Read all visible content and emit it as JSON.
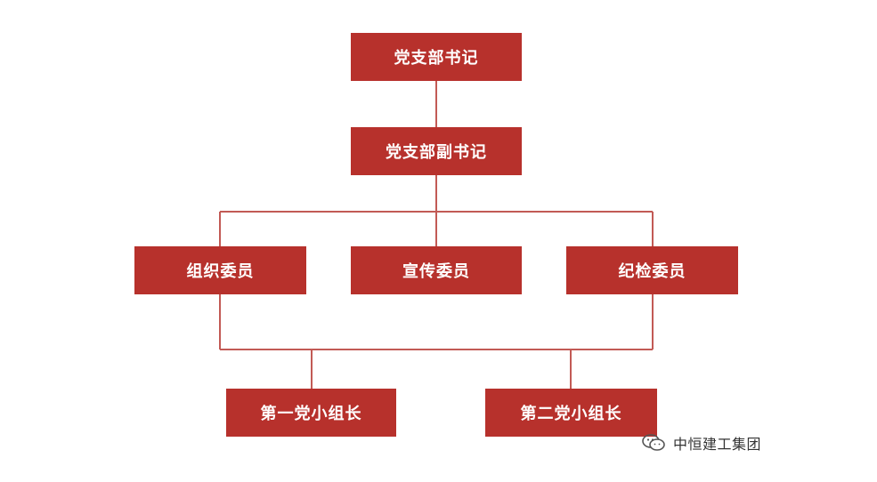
{
  "nodes": {
    "secretary": "党支部书记",
    "deputy_secretary": "党支部副书记",
    "organization_member": "组织委员",
    "propaganda_member": "宣传委员",
    "discipline_member": "纪检委员",
    "group_leader_1": "第一党小组长",
    "group_leader_2": "第二党小组长"
  },
  "watermark": {
    "icon": "wechat-icon",
    "text": "中恒建工集团"
  },
  "colors": {
    "box": "#b7312c",
    "line": "#c25a55",
    "text": "#ffffff"
  }
}
